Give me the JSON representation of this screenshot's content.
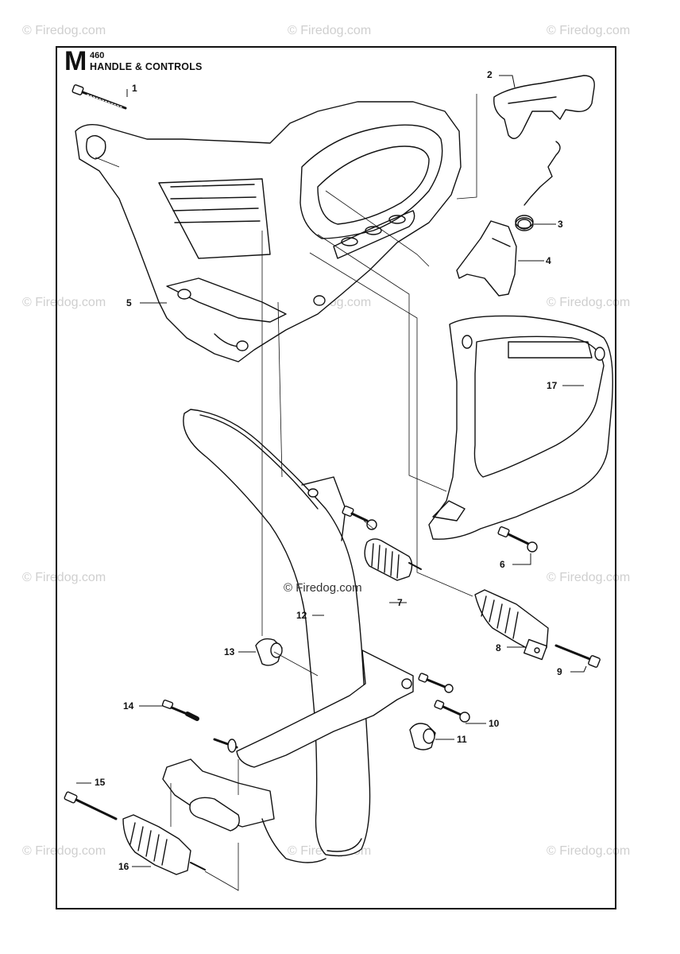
{
  "header": {
    "letter": "M",
    "model": "460",
    "title": "HANDLE & CONTROLS"
  },
  "watermark": {
    "text": "© Firedog.com",
    "center_text": "© Firedog.com"
  },
  "callouts": [
    "1",
    "2",
    "3",
    "4",
    "5",
    "6",
    "7",
    "8",
    "9",
    "10",
    "11",
    "12",
    "13",
    "14",
    "15",
    "16",
    "17"
  ]
}
